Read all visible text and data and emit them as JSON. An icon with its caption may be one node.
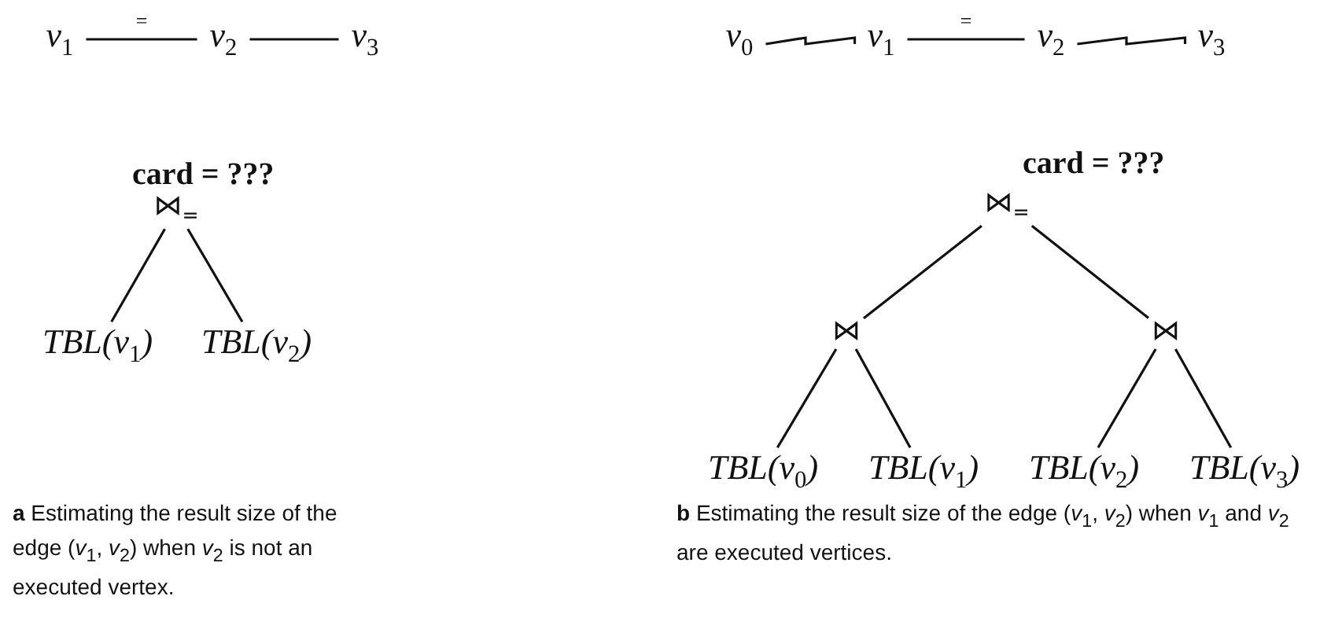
{
  "diagram": {
    "nodes": [
      {
        "text": [
          "v$_{1}$"
        ]
      },
      {
        "text": [
          "v$_{2}$"
        ]
      },
      {
        "text": [
          "v$_{3}$"
        ]
      },
      {
        "text": [
          "⋈$_{=}$"
        ],
        "beside": [
          "card = ???"
        ]
      },
      {
        "text": [
          "TBL(v$_{1}$)"
        ]
      },
      {
        "text": [
          "TBL(v$_{2}$)"
        ]
      },
      {
        "text": [
          "v$_{0}$"
        ]
      },
      {
        "text": [
          "v$_{1}$"
        ]
      },
      {
        "text": [
          "v$_{2}$"
        ]
      },
      {
        "text": [
          "v$_{3}$"
        ]
      },
      {
        "text": [
          "⋈$_{=}$"
        ],
        "beside": [
          "card = ???"
        ]
      },
      {
        "text": [
          "⋈"
        ]
      },
      {
        "text": [
          "⋈"
        ]
      },
      {
        "text": [
          "TBL(v$_{0}$)"
        ]
      },
      {
        "text": [
          "TBL(v$_{1}$)"
        ]
      },
      {
        "text": [
          "TBL(v$_{2}$)"
        ]
      },
      {
        "text": [
          "TBL(v$_{3}$)"
        ]
      }
    ],
    "edges": [
      {
        "from": 0,
        "to": 1,
        "arrow": "none",
        "label": "="
      },
      {
        "from": 1,
        "to": 2,
        "arrow": "none"
      },
      {
        "from": 3,
        "to": 4,
        "arrow": "none"
      },
      {
        "from": 3,
        "to": 5,
        "arrow": "none"
      },
      {
        "from": 6,
        "to": 7,
        "arrow": "none"
      },
      {
        "from": 7,
        "to": 8,
        "arrow": "none",
        "label": "="
      },
      {
        "from": 8,
        "to": 9,
        "arrow": "none"
      },
      {
        "from": 10,
        "to": 11,
        "arrow": "none"
      },
      {
        "from": 10,
        "to": 12,
        "arrow": "none"
      },
      {
        "from": 11,
        "to": 13,
        "arrow": "none"
      },
      {
        "from": 11,
        "to": 14,
        "arrow": "none"
      },
      {
        "from": 12,
        "to": 15,
        "arrow": "none"
      },
      {
        "from": 12,
        "to": 16,
        "arrow": "none"
      }
    ],
    "labels": [
      "**a** Estimating the result size of the edge (*v*$_{1}$, *v*$_{2}$) when *v*$_{2}$ is not an executed vertex.",
      "**b** Estimating the result size of the edge (*v*$_{1}$, *v*$_{2}$) when *v*$_{1}$ and *v*$_{2}$ are executed vertices."
    ]
  }
}
